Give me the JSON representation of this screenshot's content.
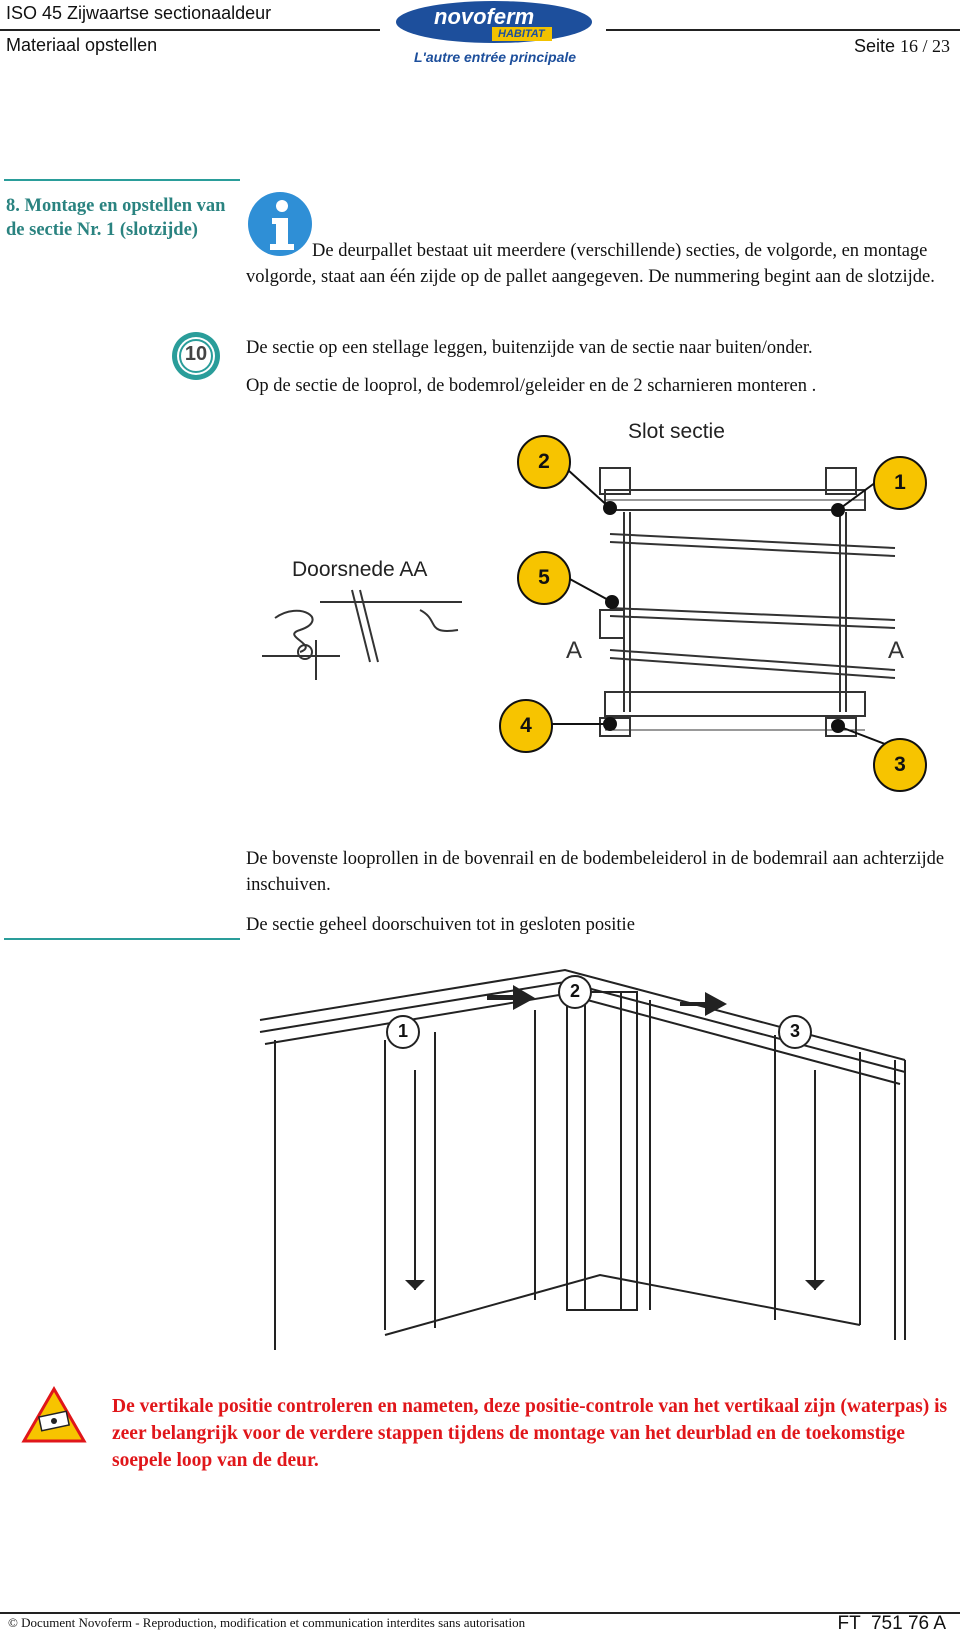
{
  "header": {
    "doc_title": "ISO 45 Zijwaartse sectionaaldeur",
    "chapter": "Materiaal opstellen",
    "page_label": "Seite",
    "page_number": "16 / 23",
    "logo": {
      "brand": "novoferm",
      "sub": "HABITAT",
      "tagline": "L'autre entrée principale"
    }
  },
  "section": {
    "heading": "8. Montage en opstellen van de sectie Nr. 1 (slotzijde)",
    "info_icon": "info-icon",
    "step_icon": "step-10-icon",
    "step_number": "10",
    "paragraphs": [
      "De deurpallet bestaat uit meerdere (verschillende) secties, de volgorde, en montage volgorde, staat aan één zijde op de pallet aangegeven. De nummering begint aan de slotzijde.",
      "De sectie op een stellage leggen, buitenzijde van de sectie naar buiten/onder.",
      "Op de sectie de looprol, de bodemrol/geleider en de 2 scharnieren monteren ."
    ]
  },
  "diagram1": {
    "title": "Slot sectie",
    "section_label": "Doorsnede AA",
    "cut_label": "A",
    "callouts": [
      "1",
      "2",
      "3",
      "4",
      "5"
    ]
  },
  "section2": {
    "paragraphs": [
      "De bovenste looprollen in de bovenrail en de bodembeleiderol in de bodemrail aan achterzijde inschuiven.",
      "De sectie geheel doorschuiven tot in gesloten positie"
    ]
  },
  "diagram2": {
    "panel_numbers": [
      "1",
      "2",
      "3"
    ]
  },
  "warning": {
    "icon": "warning-level-icon",
    "text": "De vertikale positie controleren en nameten, deze positie-controle van het vertikaal zijn (waterpas) is zeer belangrijk voor de verdere stappen tijdens de montage van het deurblad en de toekomstige  soepele loop van de deur."
  },
  "footer": {
    "copyright": "© Document Novoferm - Reproduction, modification et communication interdites sans autorisation",
    "code": "FT  751 76 A"
  },
  "colors": {
    "teal": "#2a9d9a",
    "info_blue": "#2f8fd6",
    "callout_yellow": "#f7c400",
    "warning_red": "#e0161a",
    "logo_blue": "#1d4f9c"
  }
}
